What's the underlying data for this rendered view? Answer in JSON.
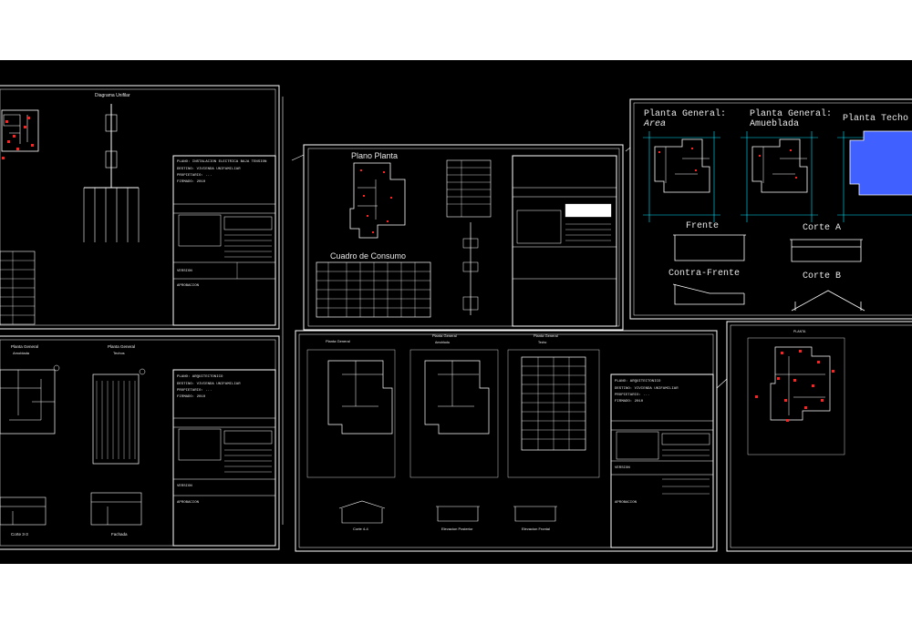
{
  "viewport": {
    "background": "#000000",
    "line_color": "#ffffff",
    "accent_cyan": "#00e5ff",
    "accent_red": "#ff2020",
    "accent_blue": "#4060ff"
  },
  "sheet_electrical": {
    "diagram_title": "Diagrama Unifilar",
    "title_plano": "PLANO: INSTALACION ELECTRICA BAJA TENSION",
    "title_lines": [
      "DESTINO: VIVIENDA UNIFAMILIAR",
      "PROPIETARIO: ...",
      "FIRMADO: 2010"
    ],
    "version_label": "VERSION",
    "approval_label": "APROBACION"
  },
  "sheet_arch_left": {
    "plan_label_1": "Planta General",
    "plan_sub_1": "Amoblada",
    "plan_label_2": "Planta General",
    "plan_sub_2": "Techos",
    "elev_label_1": "Corte 3-3",
    "elev_label_2": "Fachada",
    "title_plano": "PLANO: ARQUITECTONICO",
    "title_lines": [
      "DESTINO: VIVIENDA UNIFAMILIAR",
      "PROPIETARIO: ...",
      "FIRMADO: 2010"
    ],
    "version_label": "VERSION",
    "approval_label": "APROBACION"
  },
  "sheet_plano_planta": {
    "plan_label": "Plano Planta",
    "table_label": "Cuadro de Consumo"
  },
  "sheet_arch_center": {
    "plan_label_1": "Planta General",
    "plan_label_2": "Planta General",
    "plan_sub_2": "Amoblada",
    "plan_label_3": "Planta General",
    "plan_sub_3": "Techo",
    "elev_label_1": "Corte 4-4",
    "elev_label_2": "Elevacion Posterior",
    "elev_label_3": "Elevacion Frontal",
    "title_plano": "PLANO: ARQUITECTONICO",
    "title_lines": [
      "DESTINO: VIVIENDA UNIFAMILIAR",
      "PROPIETARIO: ...",
      "FIRMADO: 2010"
    ],
    "version_label": "VERSION",
    "approval_label": "APROBACION"
  },
  "sheet_overview": {
    "label_area_1": "Planta General:",
    "label_area_2": "Area",
    "label_amueblada_1": "Planta General:",
    "label_amueblada_2": "Amueblada",
    "label_techo": "Planta Techo",
    "label_frente": "Frente",
    "label_contra_frente": "Contra-Frente",
    "label_corte_a": "Corte A",
    "label_corte_b": "Corte B"
  },
  "sheet_right_plan": {
    "plan_label": "PLANTA"
  }
}
